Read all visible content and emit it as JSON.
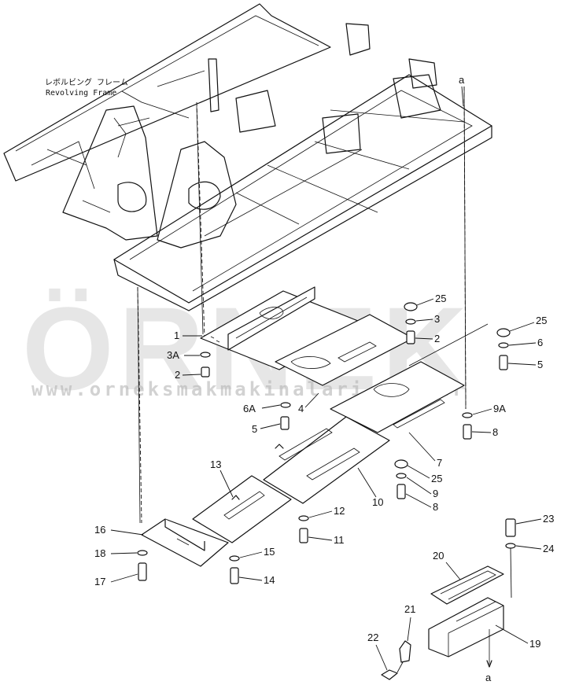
{
  "frame_label": {
    "japanese": "レボルビング フレーム",
    "english": "Revolving Frame"
  },
  "watermark": {
    "brand": "ÖRNEK",
    "url": "www.orneksmakmakinalari.com.tr"
  },
  "ref_marks": {
    "top": "a",
    "bottom": "a"
  },
  "callouts": {
    "c1": "1",
    "c2a": "2",
    "c2b": "2",
    "c3": "3",
    "c3a": "3A",
    "c4": "4",
    "c5a": "5",
    "c5b": "5",
    "c6": "6",
    "c6a": "6A",
    "c7": "7",
    "c8a": "8",
    "c8b": "8",
    "c9": "9",
    "c9a": "9A",
    "c10": "10",
    "c11": "11",
    "c12": "12",
    "c13": "13",
    "c14": "14",
    "c15": "15",
    "c16": "16",
    "c17": "17",
    "c18": "18",
    "c19": "19",
    "c20": "20",
    "c21": "21",
    "c22": "22",
    "c23": "23",
    "c24": "24",
    "c25a": "25",
    "c25b": "25",
    "c25c": "25"
  },
  "colors": {
    "line": "#111111",
    "watermark": "#c9c9c9",
    "background": "#ffffff"
  }
}
